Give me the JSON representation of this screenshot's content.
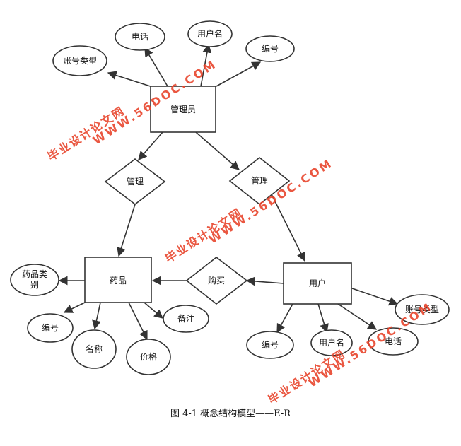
{
  "diagram": {
    "caption": "图 4-1 概念结构模型——E-R",
    "entities": {
      "admin": "管理员",
      "drug": "药品",
      "user": "用户"
    },
    "relationships": {
      "manage_drug": "管理",
      "manage_user": "管理",
      "purchase": "购买"
    },
    "attributes": {
      "admin_account_type": "账号类型",
      "admin_phone": "电话",
      "admin_username": "用户名",
      "admin_id": "编号",
      "drug_category_line1": "药品类",
      "drug_category_line2": "别",
      "drug_id": "编号",
      "drug_name": "名称",
      "drug_price": "价格",
      "drug_note": "备注",
      "user_id": "编号",
      "user_username": "用户名",
      "user_phone": "电话",
      "user_account_type": "账号类型"
    },
    "watermarks": {
      "site": "WWW.56DOC.COM",
      "slogan": "毕业设计论文网"
    }
  },
  "colors": {
    "line": "#333333",
    "watermark": "#e8452c"
  }
}
